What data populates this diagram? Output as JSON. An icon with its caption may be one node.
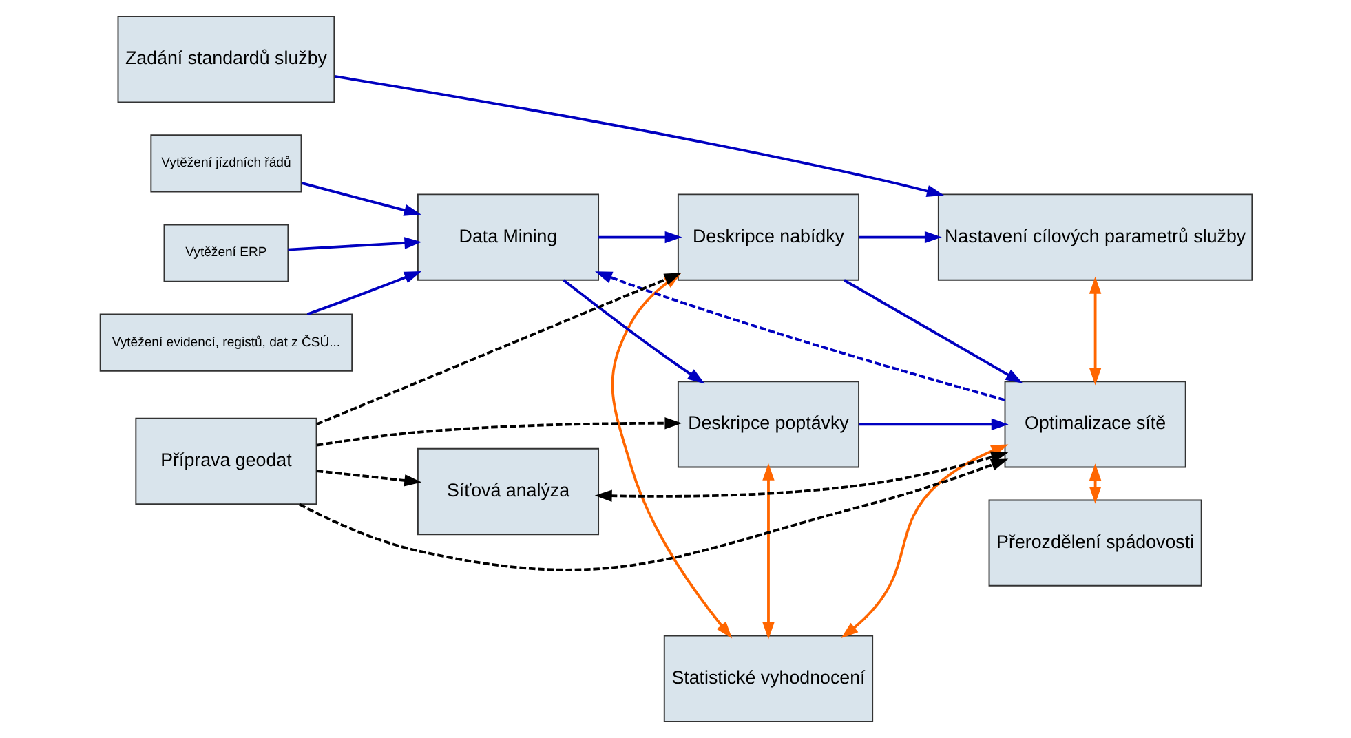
{
  "diagram": {
    "nodes": [
      {
        "text": [
          "Vytěžení jízdních řádů"
        ]
      },
      {
        "text": [
          "Vytěžení ERP"
        ]
      },
      {
        "text": [
          "Vytěžení evidencí, registů, dat z ČSÚ..."
        ]
      },
      {
        "text": [
          "Nastavení cílových parametrů služby"
        ]
      },
      {
        "text": [
          "Deskripce nabídky"
        ]
      },
      {
        "text": [
          "Zadání standardů služby"
        ]
      },
      {
        "text": [
          "Data Mining"
        ]
      },
      {
        "text": [
          "Optimalizace sítě"
        ]
      },
      {
        "text": [
          "Deskripce poptávky"
        ]
      },
      {
        "text": [
          "Příprava geodat"
        ]
      },
      {
        "text": [
          "Síťová analýza"
        ]
      },
      {
        "text": [
          "Přerozdělení spádovosti"
        ]
      },
      {
        "text": [
          "Statistické vyhodnocení"
        ]
      }
    ],
    "edges": [
      {
        "from": 0,
        "to": 6,
        "arrow": "to",
        "color": "#0000c0"
      },
      {
        "from": 1,
        "to": 6,
        "arrow": "to",
        "color": "#0000c0"
      },
      {
        "from": 2,
        "to": 6,
        "arrow": "to",
        "color": "#0000c0"
      },
      {
        "from": 5,
        "to": 3,
        "arrow": "to",
        "color": "#0000c0"
      },
      {
        "from": 6,
        "to": 4,
        "arrow": "to",
        "color": "#0000c0"
      },
      {
        "from": 6,
        "to": 8,
        "arrow": "to",
        "color": "#0000c0"
      },
      {
        "from": 4,
        "to": 3,
        "arrow": "to",
        "color": "#0000c0"
      },
      {
        "from": 4,
        "to": 7,
        "arrow": "to",
        "color": "#0000c0"
      },
      {
        "from": 8,
        "to": 7,
        "arrow": "to",
        "color": "#0000c0"
      },
      {
        "from": 7,
        "to": 6,
        "arrow": "to",
        "style": "dashed",
        "color": "#0000c0"
      },
      {
        "from": 9,
        "to": 4,
        "arrow": "to",
        "style": "dashed",
        "color": "#000000"
      },
      {
        "from": 9,
        "to": 8,
        "arrow": "to",
        "style": "dashed",
        "color": "#000000"
      },
      {
        "from": 9,
        "to": 10,
        "arrow": "to",
        "style": "dashed",
        "color": "#000000"
      },
      {
        "from": 9,
        "to": 7,
        "arrow": "to",
        "style": "dashed",
        "color": "#000000"
      },
      {
        "from": 10,
        "to": 7,
        "arrow": "both",
        "style": "dashed",
        "color": "#000000"
      },
      {
        "from": 4,
        "to": 12,
        "arrow": "both",
        "color": "#ff6600"
      },
      {
        "from": 8,
        "to": 12,
        "arrow": "both",
        "color": "#ff6600"
      },
      {
        "from": 7,
        "to": 12,
        "arrow": "both",
        "color": "#ff6600"
      },
      {
        "from": 3,
        "to": 7,
        "arrow": "both",
        "color": "#ff6600"
      },
      {
        "from": 7,
        "to": 11,
        "arrow": "both",
        "color": "#ff6600"
      }
    ]
  }
}
